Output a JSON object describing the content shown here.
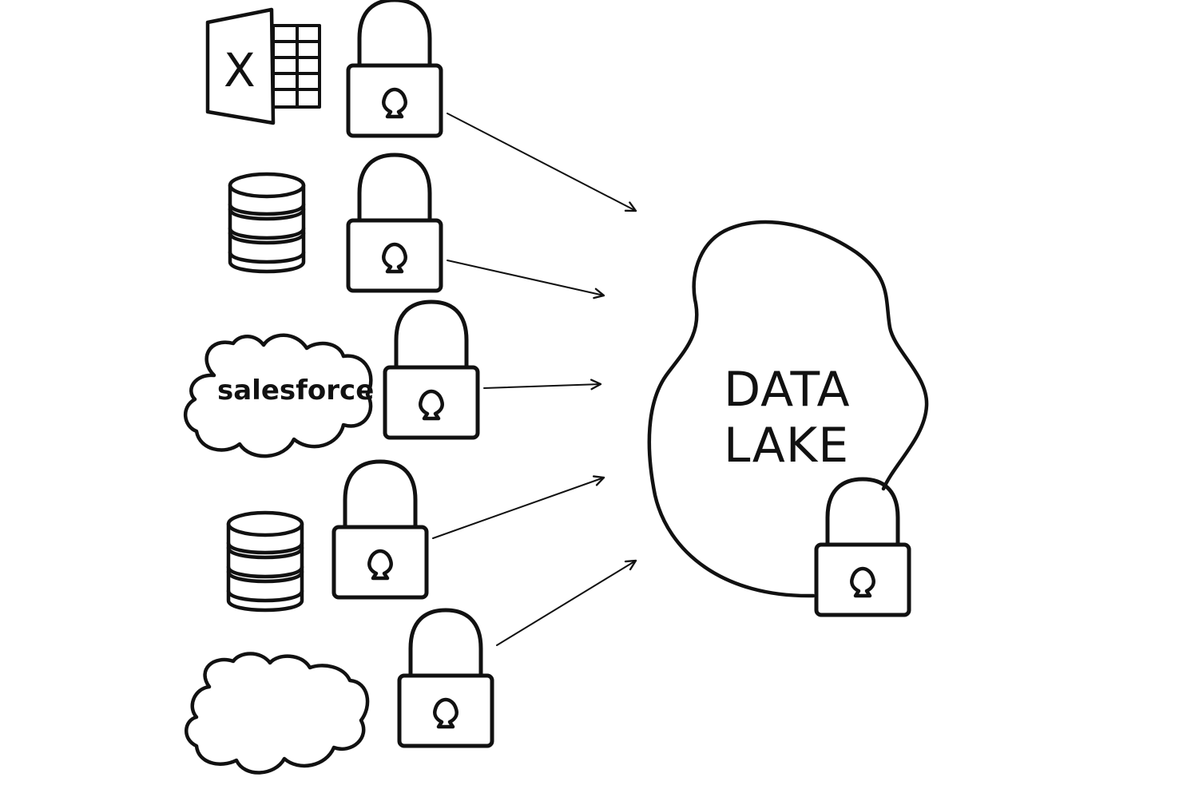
{
  "diagram": {
    "sources": [
      {
        "kind": "excel-spreadsheet",
        "glyph": "X"
      },
      {
        "kind": "database"
      },
      {
        "kind": "salesforce-cloud",
        "label": "salesforce"
      },
      {
        "kind": "database"
      },
      {
        "kind": "cloud"
      }
    ],
    "lake": {
      "label_line1": "DATA",
      "label_line2": "LAKE"
    }
  }
}
